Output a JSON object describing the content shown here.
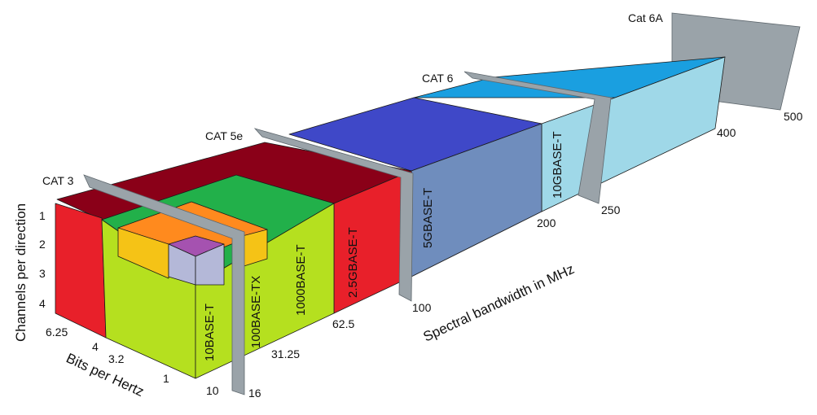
{
  "diagram": {
    "categories": {
      "cat3": "CAT 3",
      "cat5e": "CAT 5e",
      "cat6": "CAT 6",
      "cat6a": "Cat 6A"
    },
    "standards": {
      "base10": "10BASE-T",
      "base100tx": "100BASE-TX",
      "base1000": "1000BASE-T",
      "base2_5g": "2.5GBASE-T",
      "base5g": "5GBASE-T",
      "base10g": "10GBASE-T"
    },
    "axes": {
      "bandwidth": {
        "label": "Spectral bandwidth in MHz",
        "ticks": [
          "10",
          "16",
          "31.25",
          "62.5",
          "100",
          "200",
          "250",
          "400",
          "500"
        ]
      },
      "bits": {
        "label": "Bits per Hertz",
        "ticks": [
          "1",
          "3.2",
          "4",
          "6.25"
        ]
      },
      "channels": {
        "label": "Channels per direction",
        "ticks": [
          "1",
          "2",
          "3",
          "4"
        ]
      }
    },
    "colors": {
      "base10": "#b4b8d8",
      "base100tx": "#f5c316",
      "base1000": "#b5e01f",
      "base2_5g": "#e8202a",
      "base5g": "#6f8dbd",
      "base10g": "#9fd8e8",
      "top_cat6a": "#1a9fe0",
      "cable_plane": "#9aa3a9"
    }
  }
}
